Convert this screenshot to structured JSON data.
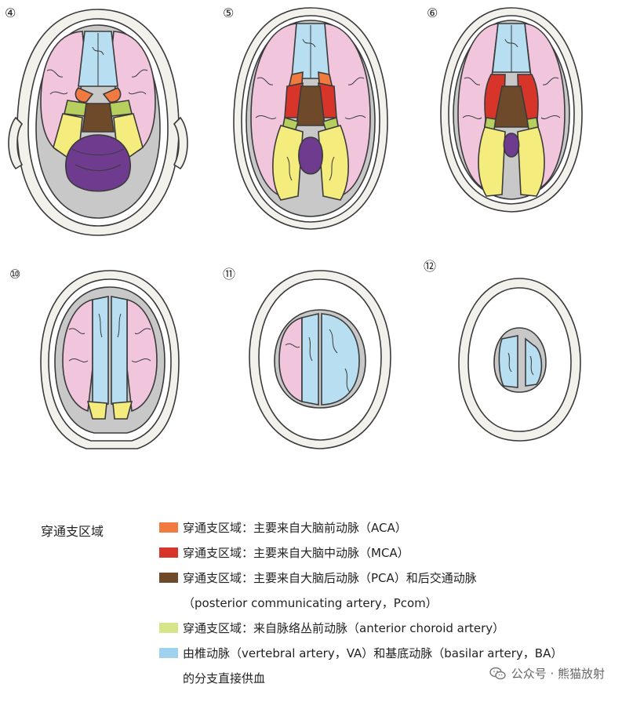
{
  "colors": {
    "outline": "#3a3a3a",
    "skull_bone": "#f3f1ec",
    "csf_gray": "#c8c8c8",
    "pink": "#f1c6dc",
    "blue": "#b7def1",
    "yellow": "#f5ec7e",
    "purple": "#6f3b8e",
    "orange": "#f07a40",
    "red": "#d8352a",
    "brown": "#6e4a2a",
    "green": "#b7cf5e"
  },
  "slices": [
    {
      "label": "④"
    },
    {
      "label": "⑤"
    },
    {
      "label": "⑥"
    },
    {
      "label": "⑩"
    },
    {
      "label": "⑪"
    },
    {
      "label": "⑫"
    }
  ],
  "legend": {
    "heading": "穿通支区域",
    "rows": [
      {
        "color": "#f07a40",
        "text": "穿通支区域：主要来自大脑前动脉（ACA）"
      },
      {
        "color": "#d8352a",
        "text": "穿通支区域：主要来自大脑中动脉（MCA）"
      },
      {
        "color": "#6e4a2a",
        "text": "穿通支区域：主要来自大脑后动脉（PCA）和后交通动脉"
      },
      {
        "color": "",
        "text": "（posterior communicating artery，Pcom）"
      },
      {
        "color": "#d7e58a",
        "text": "穿通支区域：来自脉络丛前动脉（anterior choroid artery）"
      },
      {
        "color": "#9fd2ee",
        "text": "由椎动脉（vertebral artery，VA）和基底动脉（basilar artery，BA）"
      },
      {
        "color": "",
        "text": "的分支直接供血"
      }
    ]
  },
  "watermark": {
    "text": "公众号 · 熊猫放射",
    "icon": "wechat-icon"
  }
}
